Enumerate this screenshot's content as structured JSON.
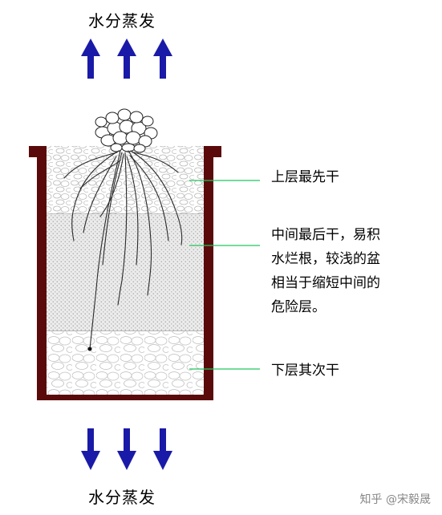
{
  "diagram": {
    "top_caption": "水分蒸发",
    "bottom_caption": "水分蒸发",
    "labels": {
      "upper": "上层最先干",
      "middle_lines": [
        "中间最后干，易积",
        "水烂根，较浅的盆",
        "相当于缩短中间的",
        "危险层。"
      ],
      "lower": "下层其次干"
    },
    "watermark": "知乎 @宋毅晟",
    "colors": {
      "arrow": "#1a1aa8",
      "pot": "#5a0a0a",
      "leader": "#22c55e"
    }
  }
}
